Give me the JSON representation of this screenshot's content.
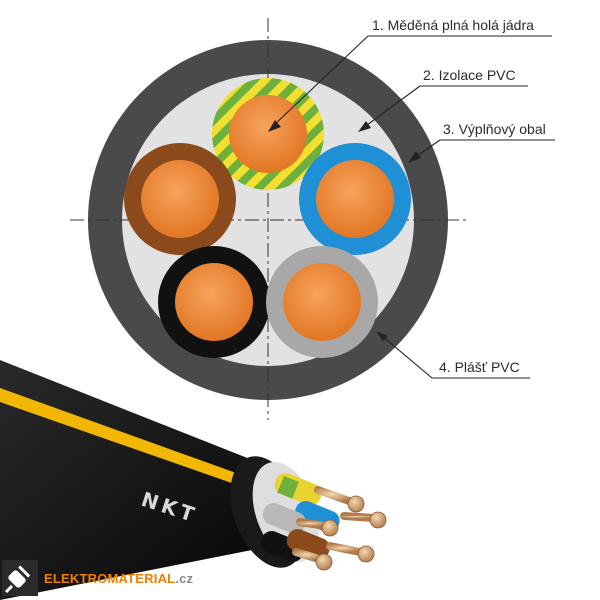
{
  "labels": {
    "copper_core": "1. Měděná plná holá jádra",
    "pvc_insulation": "2. Izolace PVC",
    "filler_sheath": "3. Výplňový obal",
    "pvc_jacket": "4. Plášť PVC"
  },
  "cable": {
    "manufacturer_mark": "NKT"
  },
  "brand": {
    "name": "ELEKTROMATERIAL",
    "suffix": ".cz",
    "icon": "plug-icon"
  },
  "colors": {
    "jacket": "#4a4a4a",
    "filler": "#e2e2e2",
    "copper": "#f08a3c",
    "earth_green": "#6fb03c",
    "earth_yellow": "#f2e030",
    "brown": "#8b4a1c",
    "blue": "#1f8fd6",
    "black": "#111111",
    "grey": "#a8a8a8",
    "stripe": "#f2b705",
    "brand_orange": "#f07d00"
  }
}
